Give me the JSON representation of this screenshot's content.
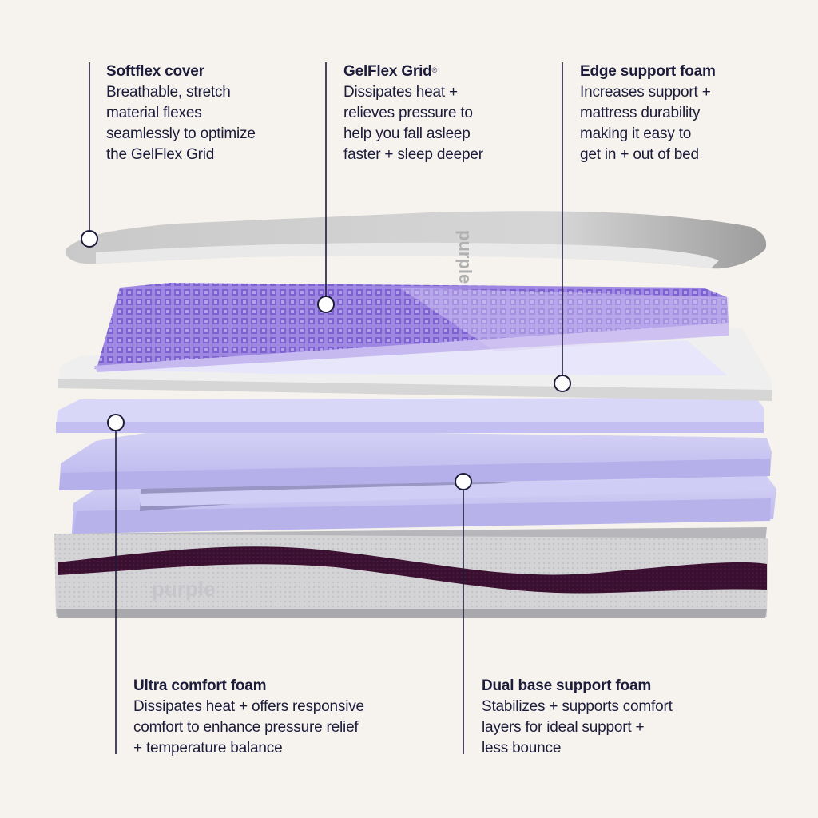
{
  "colors": {
    "background": "#f6f3ee",
    "ink": "#1c1c3a",
    "gel_purple": "#9d87e0",
    "foam_lavender": "#c7c4f2",
    "frame_white": "#ececec",
    "cover_gray": "#bdbdbd",
    "base_dark": "#3c1232"
  },
  "callouts": [
    {
      "id": "softflex",
      "title": "Softflex cover",
      "title_mark": "",
      "desc": "Breathable, stretch\nmaterial flexes\nseamlessly to optimize\nthe GelFlex Grid"
    },
    {
      "id": "gelflex",
      "title": "GelFlex Grid",
      "title_mark": "®",
      "desc": "Dissipates heat +\nrelieves pressure to\nhelp you fall asleep\nfaster + sleep deeper"
    },
    {
      "id": "edge",
      "title": "Edge support foam",
      "title_mark": "",
      "desc": "Increases support +\nmattress durability\nmaking it easy to\nget in + out of bed"
    },
    {
      "id": "ultra",
      "title": "Ultra comfort foam",
      "title_mark": "",
      "desc": "Dissipates heat + offers responsive\ncomfort to enhance pressure relief\n+ temperature balance"
    },
    {
      "id": "dualbase",
      "title": "Dual base support foam",
      "title_mark": "",
      "desc": "Stabilizes + supports comfort\nlayers for ideal support +\nless bounce"
    }
  ],
  "brand": {
    "cover_logo": "purple",
    "base_logo": "purple"
  }
}
